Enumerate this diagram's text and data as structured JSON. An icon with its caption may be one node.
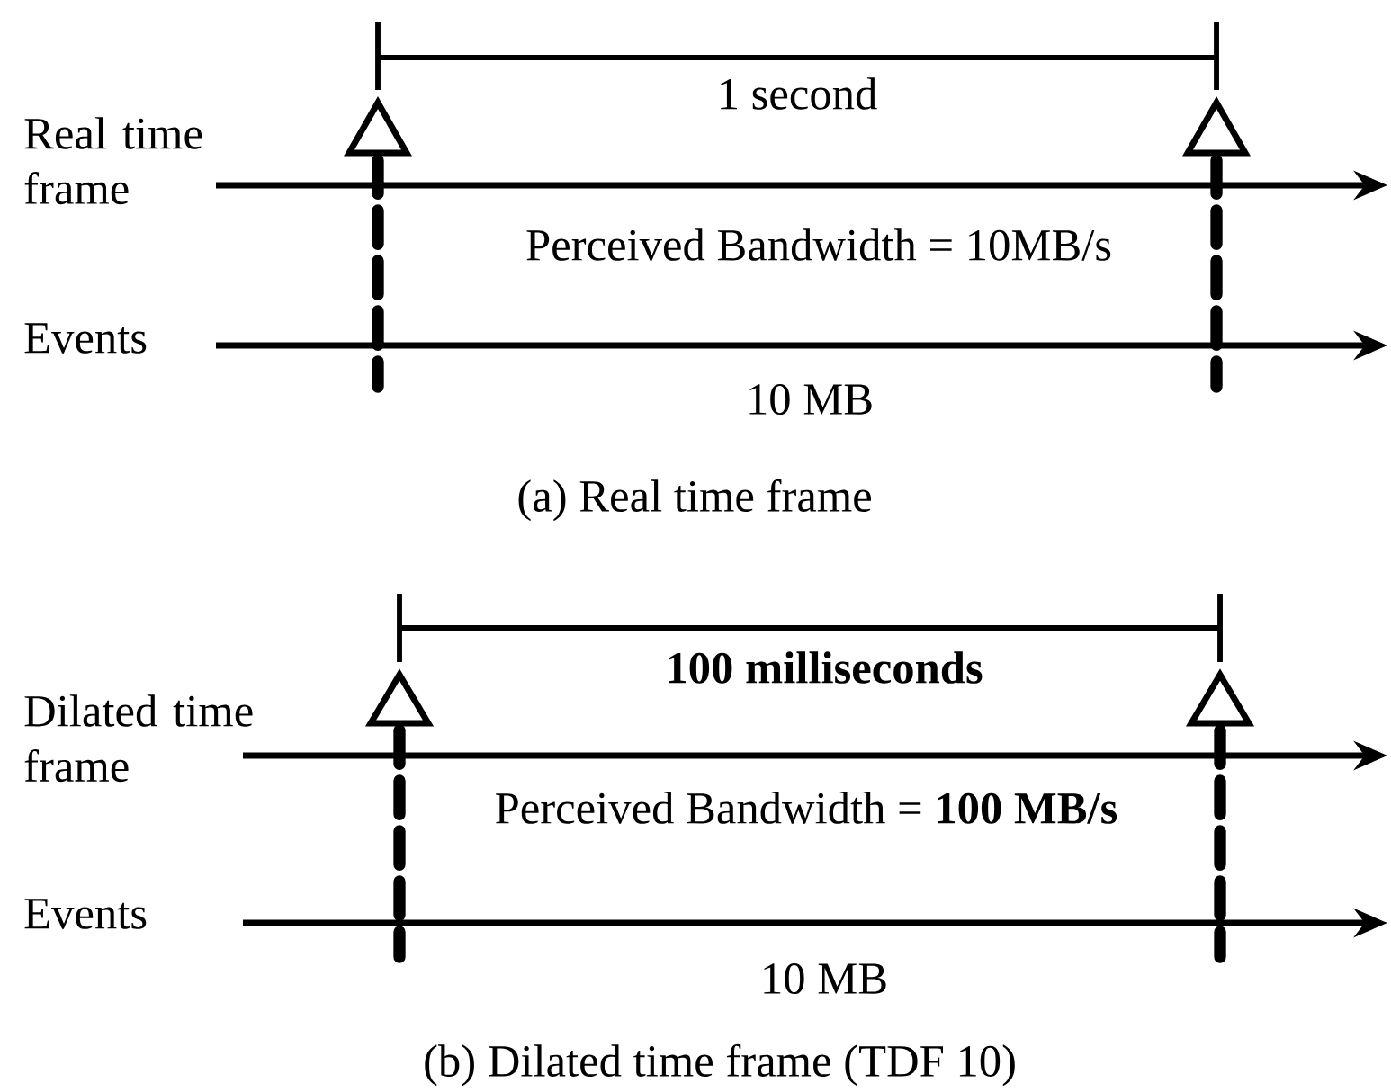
{
  "diagram": {
    "labels": [
      "1 second",
      "Real time frame",
      "Perceived Bandwidth = 10MB/s",
      "Events",
      "10 MB",
      "(a) Real time frame",
      "100 milliseconds",
      "Dilated time frame",
      "Perceived Bandwidth = **100 MB/s**",
      "Events",
      "10 MB",
      "(b) Dilated time frame (TDF 10)"
    ]
  }
}
